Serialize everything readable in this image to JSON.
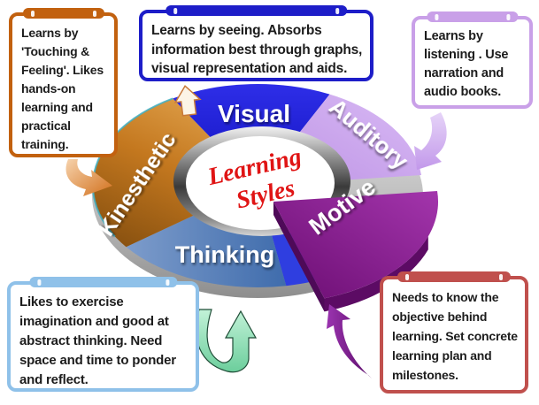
{
  "center": {
    "line1": "Learning",
    "line2": "Styles",
    "text_color": "#E01414"
  },
  "segments": [
    {
      "id": "visual",
      "label": "Visual",
      "color": "#1C1CD8"
    },
    {
      "id": "auditory",
      "label": "Auditory",
      "color": "#C8A4EC"
    },
    {
      "id": "motive",
      "label": "Motive",
      "color": "#8A1F92"
    },
    {
      "id": "thinking",
      "label": "Thinking",
      "color": "#5078B4"
    },
    {
      "id": "kinesthetic",
      "label": "Kinesthetic",
      "color": "#C5791F"
    }
  ],
  "callouts": [
    {
      "id": "kinesthetic-note",
      "accent": "#C2610F",
      "text": "Learns by 'Touching & Feeling'. Likes hands-on learning and practical training."
    },
    {
      "id": "visual-note",
      "accent": "#1D1DC8",
      "text": "Learns by seeing. Absorbs information best through graphs, visual representation and aids."
    },
    {
      "id": "auditory-note",
      "accent": "#C9A0E8",
      "text": "Learns by listening . Use narration and audio books."
    },
    {
      "id": "thinking-note",
      "accent": "#8FC1E9",
      "text": "Likes to exercise imagination and good at abstract thinking.  Need space and time to ponder and reflect."
    },
    {
      "id": "motive-note",
      "accent": "#C0504D",
      "text": "Needs to know the objective behind learning. Set concrete learning plan and milestones."
    }
  ],
  "arrows": [
    {
      "name": "up-arrow-to-visual-note",
      "color": "#FCF4E6"
    },
    {
      "name": "curved-arrow-from-kinesthetic-note",
      "color": "#D2701C"
    },
    {
      "name": "curved-arrow-from-auditory-note",
      "color": "#C298EA"
    },
    {
      "name": "u-turn-arrow-to-thinking",
      "color": "#8FE0B4"
    },
    {
      "name": "curved-arrow-to-motive",
      "color": "#6E1586"
    }
  ]
}
